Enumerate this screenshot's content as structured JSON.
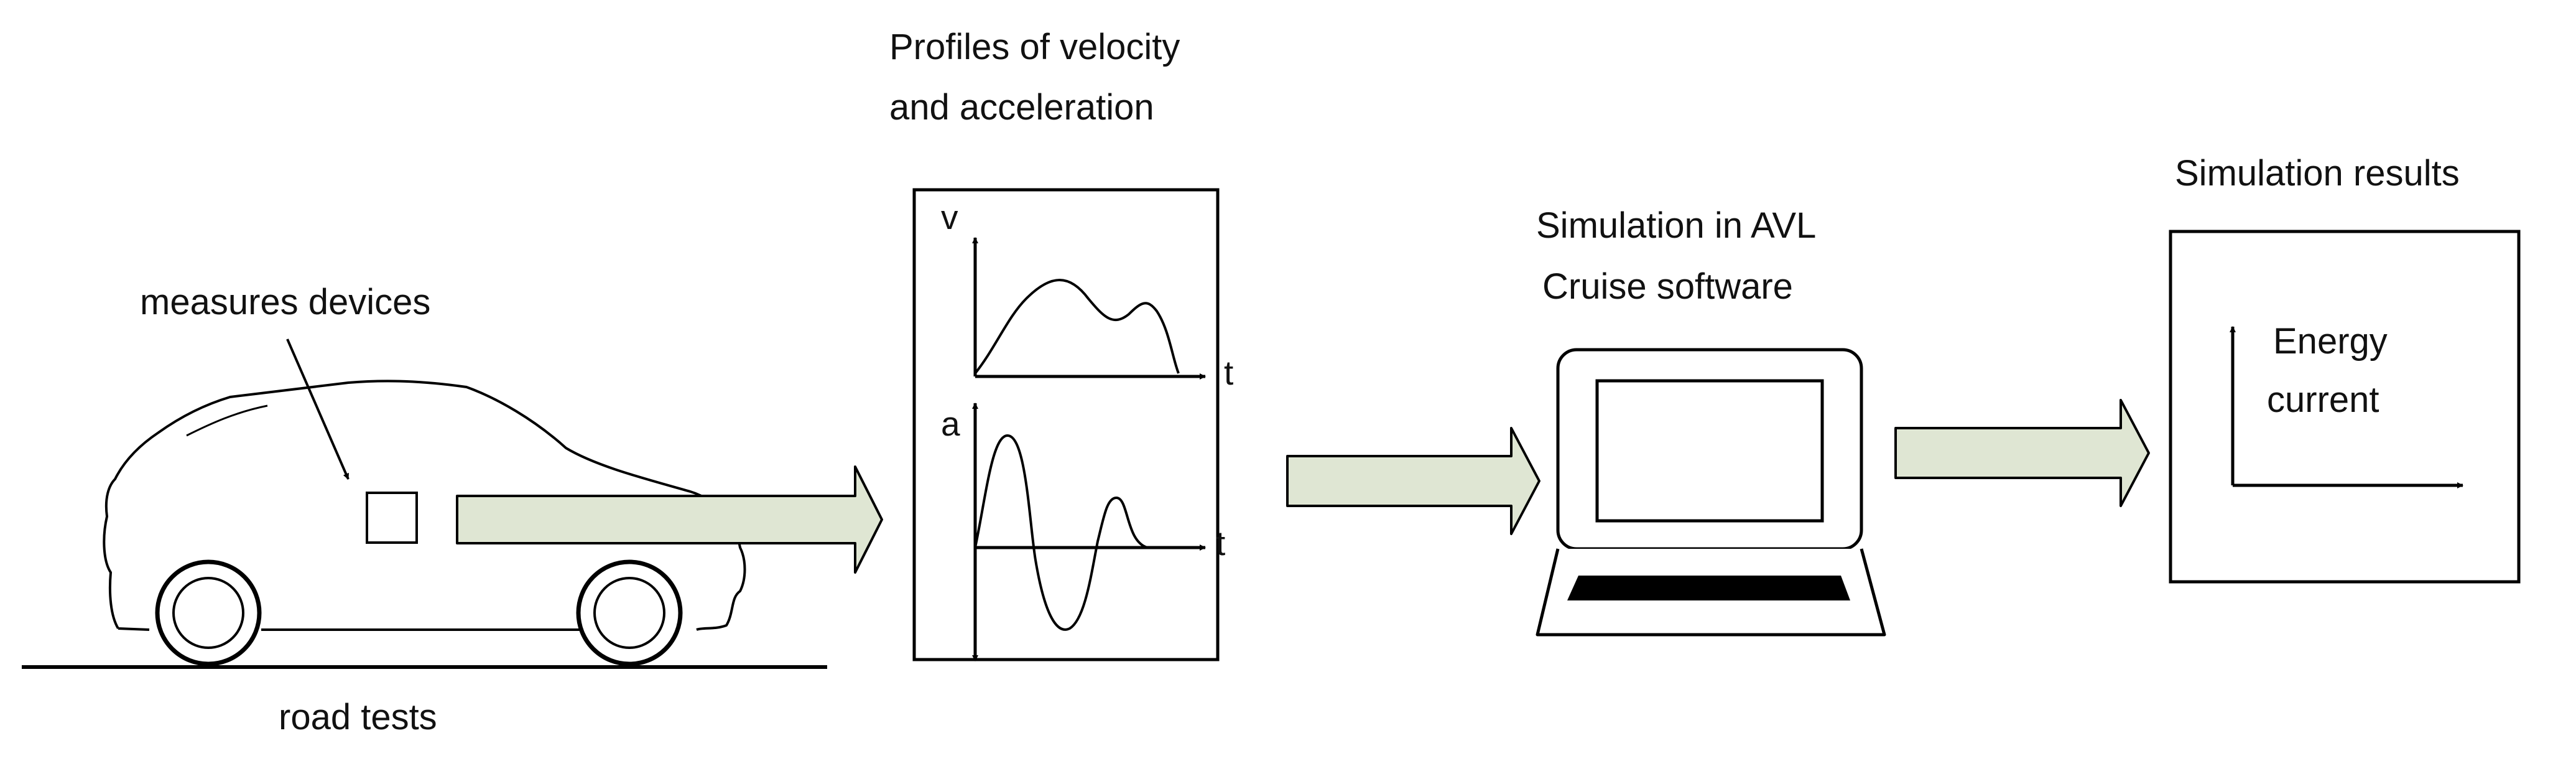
{
  "labels": {
    "measures_devices": "measures devices",
    "road_tests": "road tests",
    "profiles_line1": "Profiles of velocity",
    "profiles_line2": "and acceleration",
    "simulation_line1": "Simulation in AVL",
    "simulation_line2": "Cruise software",
    "results_title": "Simulation results",
    "energy": "Energy",
    "current": "current"
  },
  "axes": {
    "velocity": "v",
    "acceleration": "a",
    "time_top": "t",
    "time_bottom": "t"
  },
  "colors": {
    "arrow_fill": "#dfe6d3",
    "stroke": "#000000",
    "screen_black": "#000000"
  }
}
